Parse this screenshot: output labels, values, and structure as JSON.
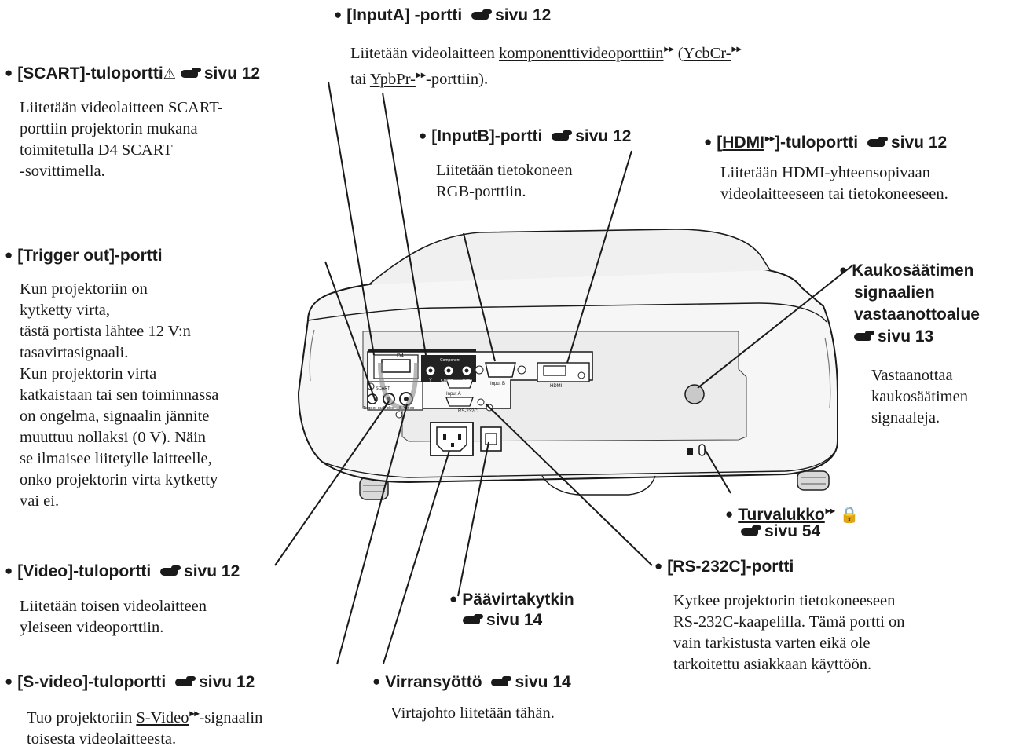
{
  "page_ref": "sivu",
  "scart": {
    "title": "[SCART]-tuloportti",
    "page": "12",
    "desc": [
      "Liitetään videolaitteen SCART-",
      "porttiin projektorin mukana",
      "toimitetulla D4 SCART",
      "-sovittimella."
    ]
  },
  "inputa": {
    "title": "[InputA] -portti",
    "page": "12",
    "desc_pre": "Liitetään videolaitteen",
    "desc_link1": "komponenttivideoporttiin",
    "desc_mid": "(",
    "desc_link2": "YcbCr-",
    "desc_line2_pre": "tai",
    "desc_link3": "YpbPr-",
    "desc_line2_post": "-porttiin)."
  },
  "inputb": {
    "title": "[InputB]-portti",
    "page": "12",
    "desc": [
      "Liitetään tietokoneen",
      "RGB-porttiin."
    ]
  },
  "hdmi": {
    "title_pre": "[",
    "title_link": "HDMI",
    "title_post": "]-tuloportti",
    "page": "12",
    "desc": [
      "Liitetään HDMI-yhteensopivaan",
      "videolaitteeseen tai tietokoneeseen."
    ]
  },
  "trigger": {
    "title": "[Trigger out]-portti",
    "desc": [
      "Kun projektoriin on",
      "kytketty virta,",
      "tästä portista lähtee 12 V:n",
      "tasavirtasignaali.",
      "Kun projektorin virta",
      "katkaistaan tai sen toiminnassa",
      "on ongelma, signaalin jännite",
      "muuttuu nollaksi (0 V). Näin",
      "se ilmaisee liitetylle laitteelle,",
      "onko projektorin virta kytketty",
      "vai ei."
    ]
  },
  "remote": {
    "title": [
      "Kaukosäätimen",
      "signaalien",
      "vastaanottoalue"
    ],
    "page": "13",
    "desc": [
      "Vastaanottaa",
      "kaukosäätimen",
      "signaaleja."
    ]
  },
  "lock": {
    "title": "Turvalukko",
    "page": "54"
  },
  "video": {
    "title": "[Video]-tuloportti",
    "page": "12",
    "desc": [
      "Liitetään toisen videolaitteen",
      "yleiseen videoporttiin."
    ]
  },
  "power_switch": {
    "title": "Päävirtakytkin",
    "page": "14"
  },
  "rs232": {
    "title": "[RS-232C]-portti",
    "desc": [
      "Kytkee projektorin tietokoneeseen",
      "RS-232C-kaapelilla. Tämä portti on",
      "vain tarkistusta varten eikä ole",
      "tarkoitettu asiakkaan käyttöön."
    ]
  },
  "svideo": {
    "title": "[S-video]-tuloportti",
    "page": "12",
    "desc_pre": "Tuo projektoriin",
    "desc_link": "S-Video",
    "desc_post": "-signaalin",
    "desc_line2": "toisesta videolaitteesta."
  },
  "power_supply": {
    "title": "Virransyöttö",
    "page": "14",
    "desc": "Virtajohto liitetään tähän."
  },
  "panel": {
    "d4": "D4",
    "scart": "SCART",
    "trigger": "Trigger out",
    "video": "Video",
    "svideo": "S-Video",
    "component": "Component",
    "y": "Y",
    "cb": "Cb/Pb",
    "cr": "Cr/Pr",
    "input_b": "Input B",
    "input_a": "Input A",
    "rs232c": "RS-232C",
    "hdmi": "HDMI"
  }
}
